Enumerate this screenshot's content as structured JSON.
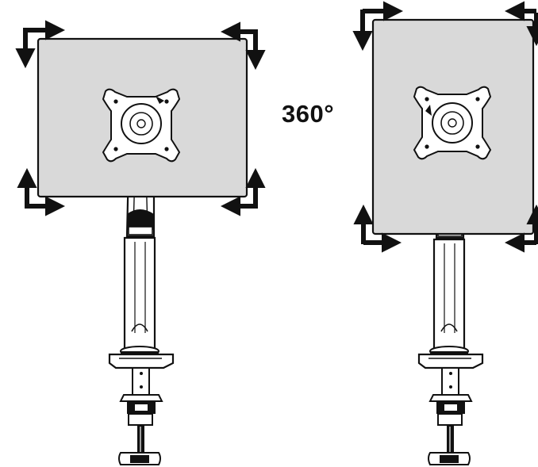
{
  "diagram": {
    "rotation_label": "360°",
    "colors": {
      "screen_fill": "#d9d9d9",
      "outline": "#111111",
      "metal": "#ffffff",
      "arrow": "#111111"
    },
    "views": [
      {
        "id": "landscape",
        "orientation": "landscape"
      },
      {
        "id": "portrait",
        "orientation": "portrait"
      }
    ]
  }
}
